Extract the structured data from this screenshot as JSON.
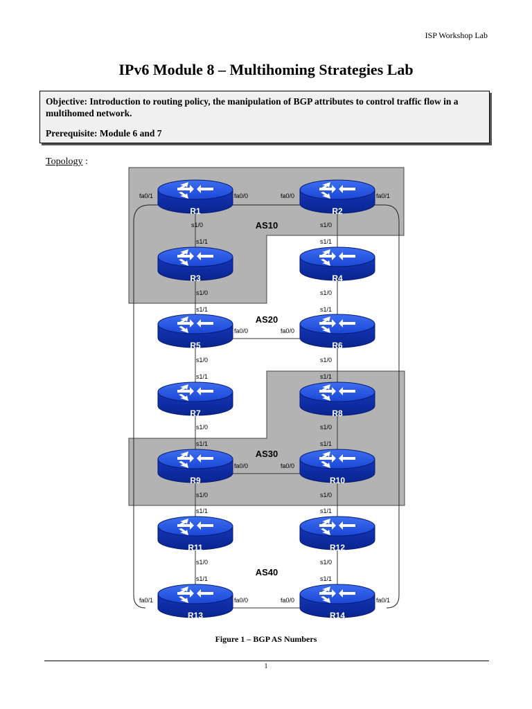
{
  "header": {
    "lab_name": "ISP Workshop Lab"
  },
  "title": "IPv6 Module 8 – Multihoming Strategies Lab",
  "objective": {
    "objective_text": "Objective: Introduction to routing policy, the manipulation of BGP attributes to control traffic flow in a multihomed network.",
    "prerequisite_text": "Prerequisite: Module 6 and 7"
  },
  "topology_label": "Topology",
  "topology_suffix": " :",
  "diagram": {
    "as_labels": {
      "as10": "AS10",
      "as20": "AS20",
      "as30": "AS30",
      "as40": "AS40"
    },
    "routers": {
      "r1": "R1",
      "r2": "R2",
      "r3": "R3",
      "r4": "R4",
      "r5": "R5",
      "r6": "R6",
      "r7": "R7",
      "r8": "R8",
      "r9": "R9",
      "r10": "R10",
      "r11": "R11",
      "r12": "R12",
      "r13": "R13",
      "r14": "R14"
    },
    "interfaces": {
      "fa0_0": "fa0/0",
      "fa0_1": "fa0/1",
      "s1_0": "s1/0",
      "s1_1": "s1/1"
    },
    "colors": {
      "router_blue": "#1a47d6",
      "router_dark": "#0a2aa0",
      "as_shade": "#b3b3b3"
    }
  },
  "caption": "Figure 1 – BGP AS Numbers",
  "page_number": "1"
}
